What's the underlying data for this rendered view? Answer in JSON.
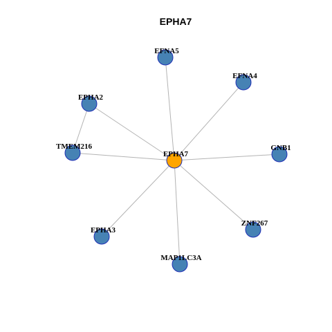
{
  "title": "EPHA7",
  "colors": {
    "center_fill": "#FFA500",
    "node_fill": "#4682B4",
    "node_stroke": "#1f2fb5",
    "edge": "#b3b3b3"
  },
  "nodes": [
    {
      "id": "EPHA7",
      "label": "EPHA7",
      "role": "center"
    },
    {
      "id": "EFNA5",
      "label": "EFNA5",
      "role": "neighbor"
    },
    {
      "id": "EFNA4",
      "label": "EFNA4",
      "role": "neighbor"
    },
    {
      "id": "EPHA2",
      "label": "EPHA2",
      "role": "neighbor"
    },
    {
      "id": "TMEM216",
      "label": "TMEM216",
      "role": "neighbor"
    },
    {
      "id": "GNB1",
      "label": "GNB1",
      "role": "neighbor"
    },
    {
      "id": "ZNF267",
      "label": "ZNF267",
      "role": "neighbor"
    },
    {
      "id": "EPHA3",
      "label": "EPHA3",
      "role": "neighbor"
    },
    {
      "id": "MAP1LC3A",
      "label": "MAP1LC3A",
      "role": "neighbor"
    }
  ],
  "edges": [
    {
      "source": "EPHA7",
      "target": "EFNA5"
    },
    {
      "source": "EPHA7",
      "target": "EFNA4"
    },
    {
      "source": "EPHA7",
      "target": "EPHA2"
    },
    {
      "source": "EPHA7",
      "target": "TMEM216"
    },
    {
      "source": "EPHA7",
      "target": "GNB1"
    },
    {
      "source": "EPHA7",
      "target": "ZNF267"
    },
    {
      "source": "EPHA7",
      "target": "EPHA3"
    },
    {
      "source": "EPHA7",
      "target": "MAP1LC3A"
    },
    {
      "source": "EPHA2",
      "target": "TMEM216"
    }
  ]
}
